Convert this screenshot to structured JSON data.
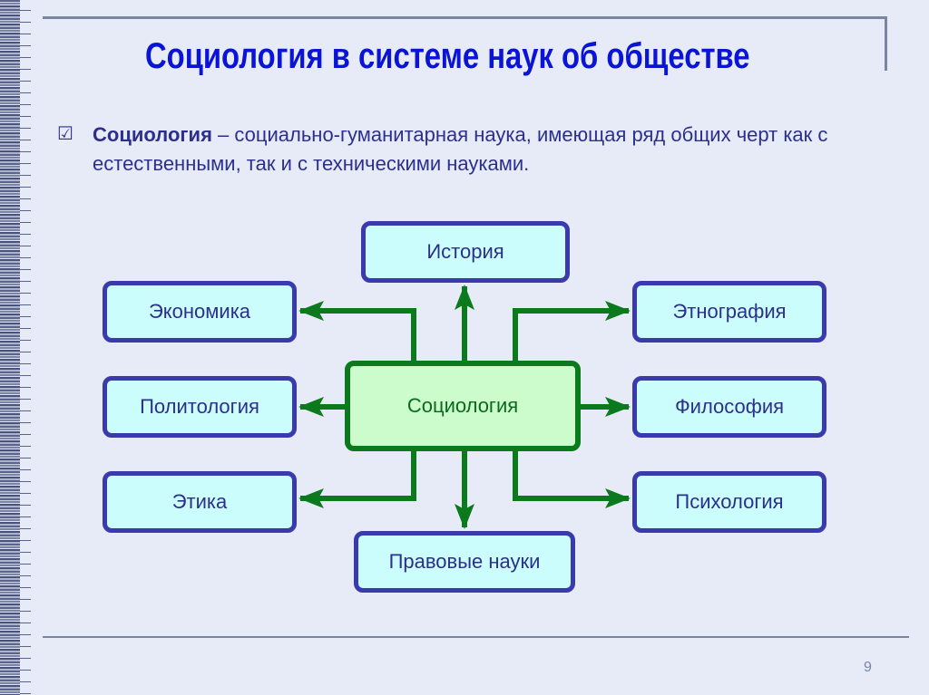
{
  "title": "Социология в системе наук об обществе",
  "bullet": {
    "icon": "checkbox-checked-icon",
    "term": "Социология",
    "rest": " – социально-гуманитарная наука, имеющая ряд общих черт как с естественными, так и с техническими науками."
  },
  "center": "Социология",
  "boxes": {
    "history": "История",
    "economics": "Экономика",
    "ethnography": "Этнография",
    "politology": "Политология",
    "philosophy": "Философия",
    "ethics": "Этика",
    "psychology": "Психология",
    "law": "Правовые науки"
  },
  "page_number": "9",
  "colors": {
    "title": "#0a14d4",
    "text": "#2c2f8c",
    "arrow": "#0a7a1c",
    "box_fill": "#ccfdfd",
    "center_fill": "#ccfccc"
  }
}
